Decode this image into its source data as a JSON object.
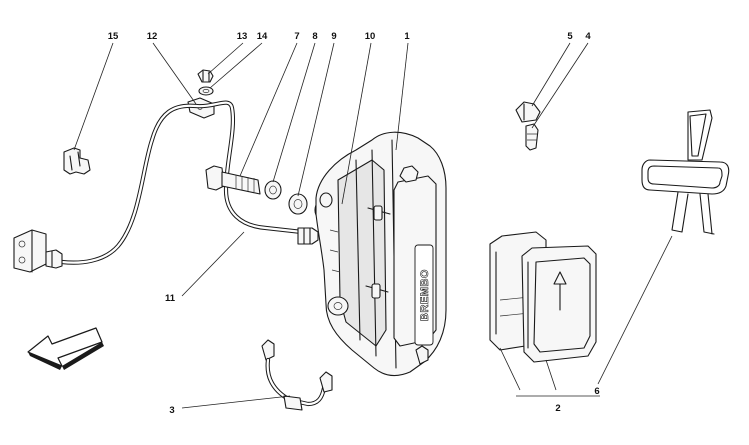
{
  "callouts": {
    "c1": "1",
    "c2": "2",
    "c3": "3",
    "c4": "4",
    "c5": "5",
    "c6": "6",
    "c7": "7",
    "c8": "8",
    "c9": "9",
    "c10": "10",
    "c11": "11",
    "c12": "12",
    "c13": "13",
    "c14": "14",
    "c15": "15"
  },
  "caliper": {
    "brand_lettering": "BREMBO"
  },
  "icons": {
    "direction": "front-direction-arrow-icon"
  }
}
